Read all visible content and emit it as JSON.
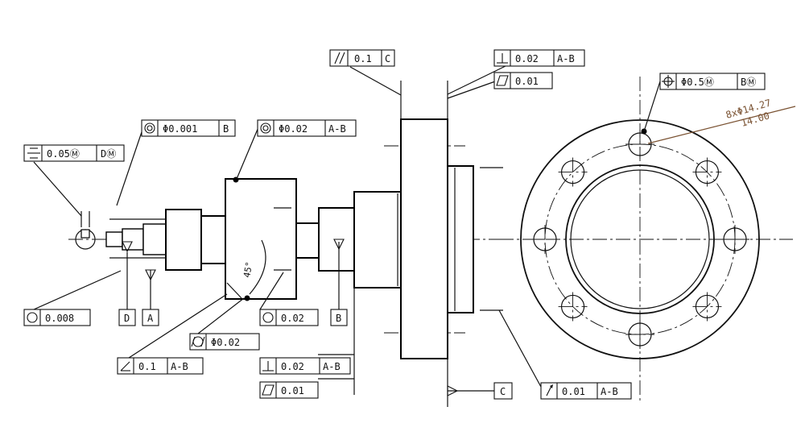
{
  "fcf": {
    "parallel": {
      "symbol": "parallelism",
      "tol": "0.1",
      "datums": [
        "C"
      ]
    },
    "perp_top": {
      "symbol": "perpendicularity",
      "tol": "0.02",
      "datums": [
        "A-B"
      ]
    },
    "flat_top": {
      "symbol": "flatness",
      "tol": "0.01",
      "datums": []
    },
    "pos_holes": {
      "symbol": "position",
      "tol": "Φ0.5Ⓜ",
      "datums": [
        "BⓂ"
      ]
    },
    "sym": {
      "symbol": "symmetry",
      "tol": "0.05Ⓜ",
      "datums": [
        "DⓂ"
      ]
    },
    "conc1": {
      "symbol": "concentricity",
      "tol": "Φ0.001",
      "datums": [
        "B"
      ]
    },
    "conc2": {
      "symbol": "concentricity",
      "tol": "Φ0.02",
      "datums": [
        "A-B"
      ]
    },
    "circ1": {
      "symbol": "circularity",
      "tol": "0.008",
      "datums": []
    },
    "circ2": {
      "symbol": "circularity",
      "tol": "0.02",
      "datums": []
    },
    "cyl": {
      "symbol": "cylindricity",
      "tol": "Φ0.02",
      "datums": []
    },
    "ang": {
      "symbol": "angularity",
      "tol": "0.1",
      "datums": [
        "A-B"
      ]
    },
    "perp_bot": {
      "symbol": "perpendicularity",
      "tol": "0.02",
      "datums": [
        "A-B"
      ]
    },
    "flat_bot": {
      "symbol": "flatness",
      "tol": "0.01",
      "datums": []
    },
    "runout": {
      "symbol": "circular-runout",
      "tol": "0.01",
      "datums": [
        "A-B"
      ]
    }
  },
  "datums": {
    "D": "D",
    "A": "A",
    "B": "B",
    "C": "C"
  },
  "hole_callout": {
    "line1": "8xΦ14.27",
    "line2": "14.00",
    "color": "#7a5232"
  },
  "chamfer_angle": "45°"
}
